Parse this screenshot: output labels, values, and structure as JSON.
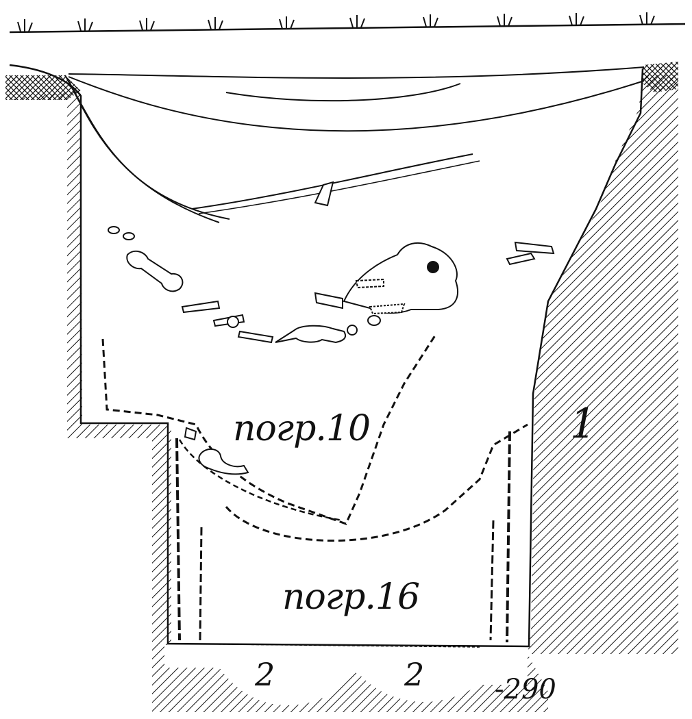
{
  "labels": {
    "burial_10": "погр.10",
    "burial_16": "погр.16",
    "layer_1": "1",
    "layer_2_left": "2",
    "layer_2_right": "2",
    "depth": "-290"
  },
  "colors": {
    "ink": "#111111",
    "paper": "#ffffff"
  }
}
